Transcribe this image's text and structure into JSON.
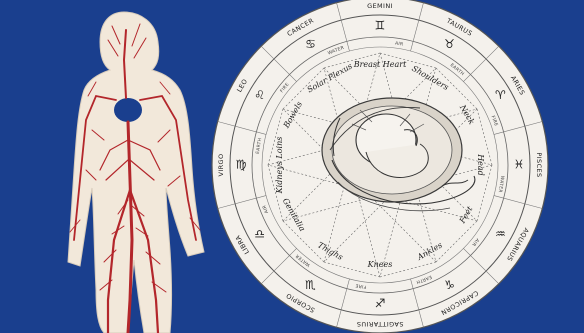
{
  "photo": {
    "background_color": "#1a3f8e",
    "paper_color": "#f3ece1",
    "vessel_color": "#b3262b"
  },
  "zodiac_wheel": {
    "signs": [
      {
        "name": "GEMINI",
        "glyph": "♊"
      },
      {
        "name": "TAURUS",
        "glyph": "♉"
      },
      {
        "name": "ARIES",
        "glyph": "♈"
      },
      {
        "name": "PISCES",
        "glyph": "♓"
      },
      {
        "name": "AQUARIUS",
        "glyph": "♒"
      },
      {
        "name": "CAPRICORN",
        "glyph": "♑"
      },
      {
        "name": "SAGITTARIUS",
        "glyph": "♐"
      },
      {
        "name": "SCORPIO",
        "glyph": "♏"
      },
      {
        "name": "LIBRA",
        "glyph": "♎"
      },
      {
        "name": "VIRGO",
        "glyph": "♍"
      },
      {
        "name": "LEO",
        "glyph": "♌"
      },
      {
        "name": "CANCER",
        "glyph": "♋"
      }
    ],
    "elements": [
      "AIR",
      "EARTH",
      "FIRE",
      "WATER"
    ],
    "body_parts": [
      "Breast Heart",
      "Shoulders",
      "Neck",
      "Head",
      "Feet",
      "Ankles",
      "Knees",
      "Thighs",
      "Genitalia",
      "Kidneys Loins",
      "Bowels",
      "Solar Plexus"
    ]
  }
}
